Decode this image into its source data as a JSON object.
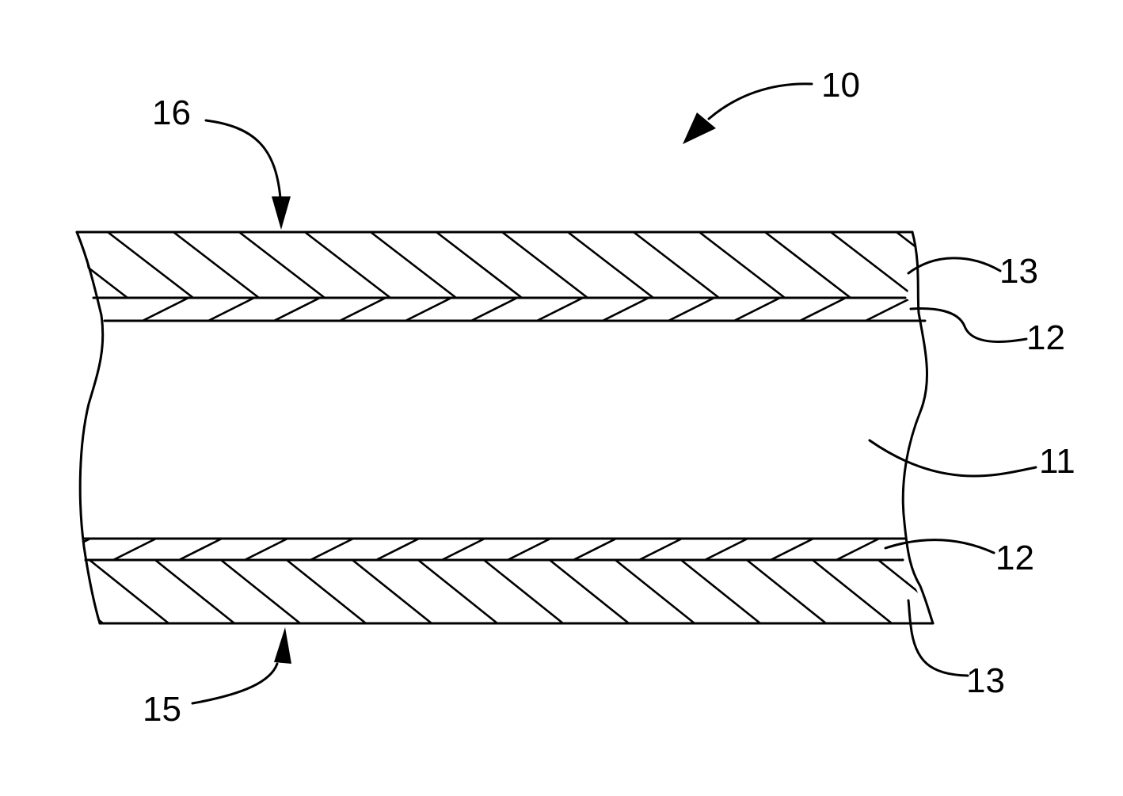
{
  "figure": {
    "labels": {
      "overall": "10",
      "core": "11",
      "inner_layer_top": "12",
      "inner_layer_bottom": "12",
      "outer_layer_top": "13",
      "outer_layer_bottom": "13",
      "bottom_surface": "15",
      "top_surface": "16"
    },
    "colors": {
      "ink": "#000000",
      "background": "#ffffff"
    }
  }
}
